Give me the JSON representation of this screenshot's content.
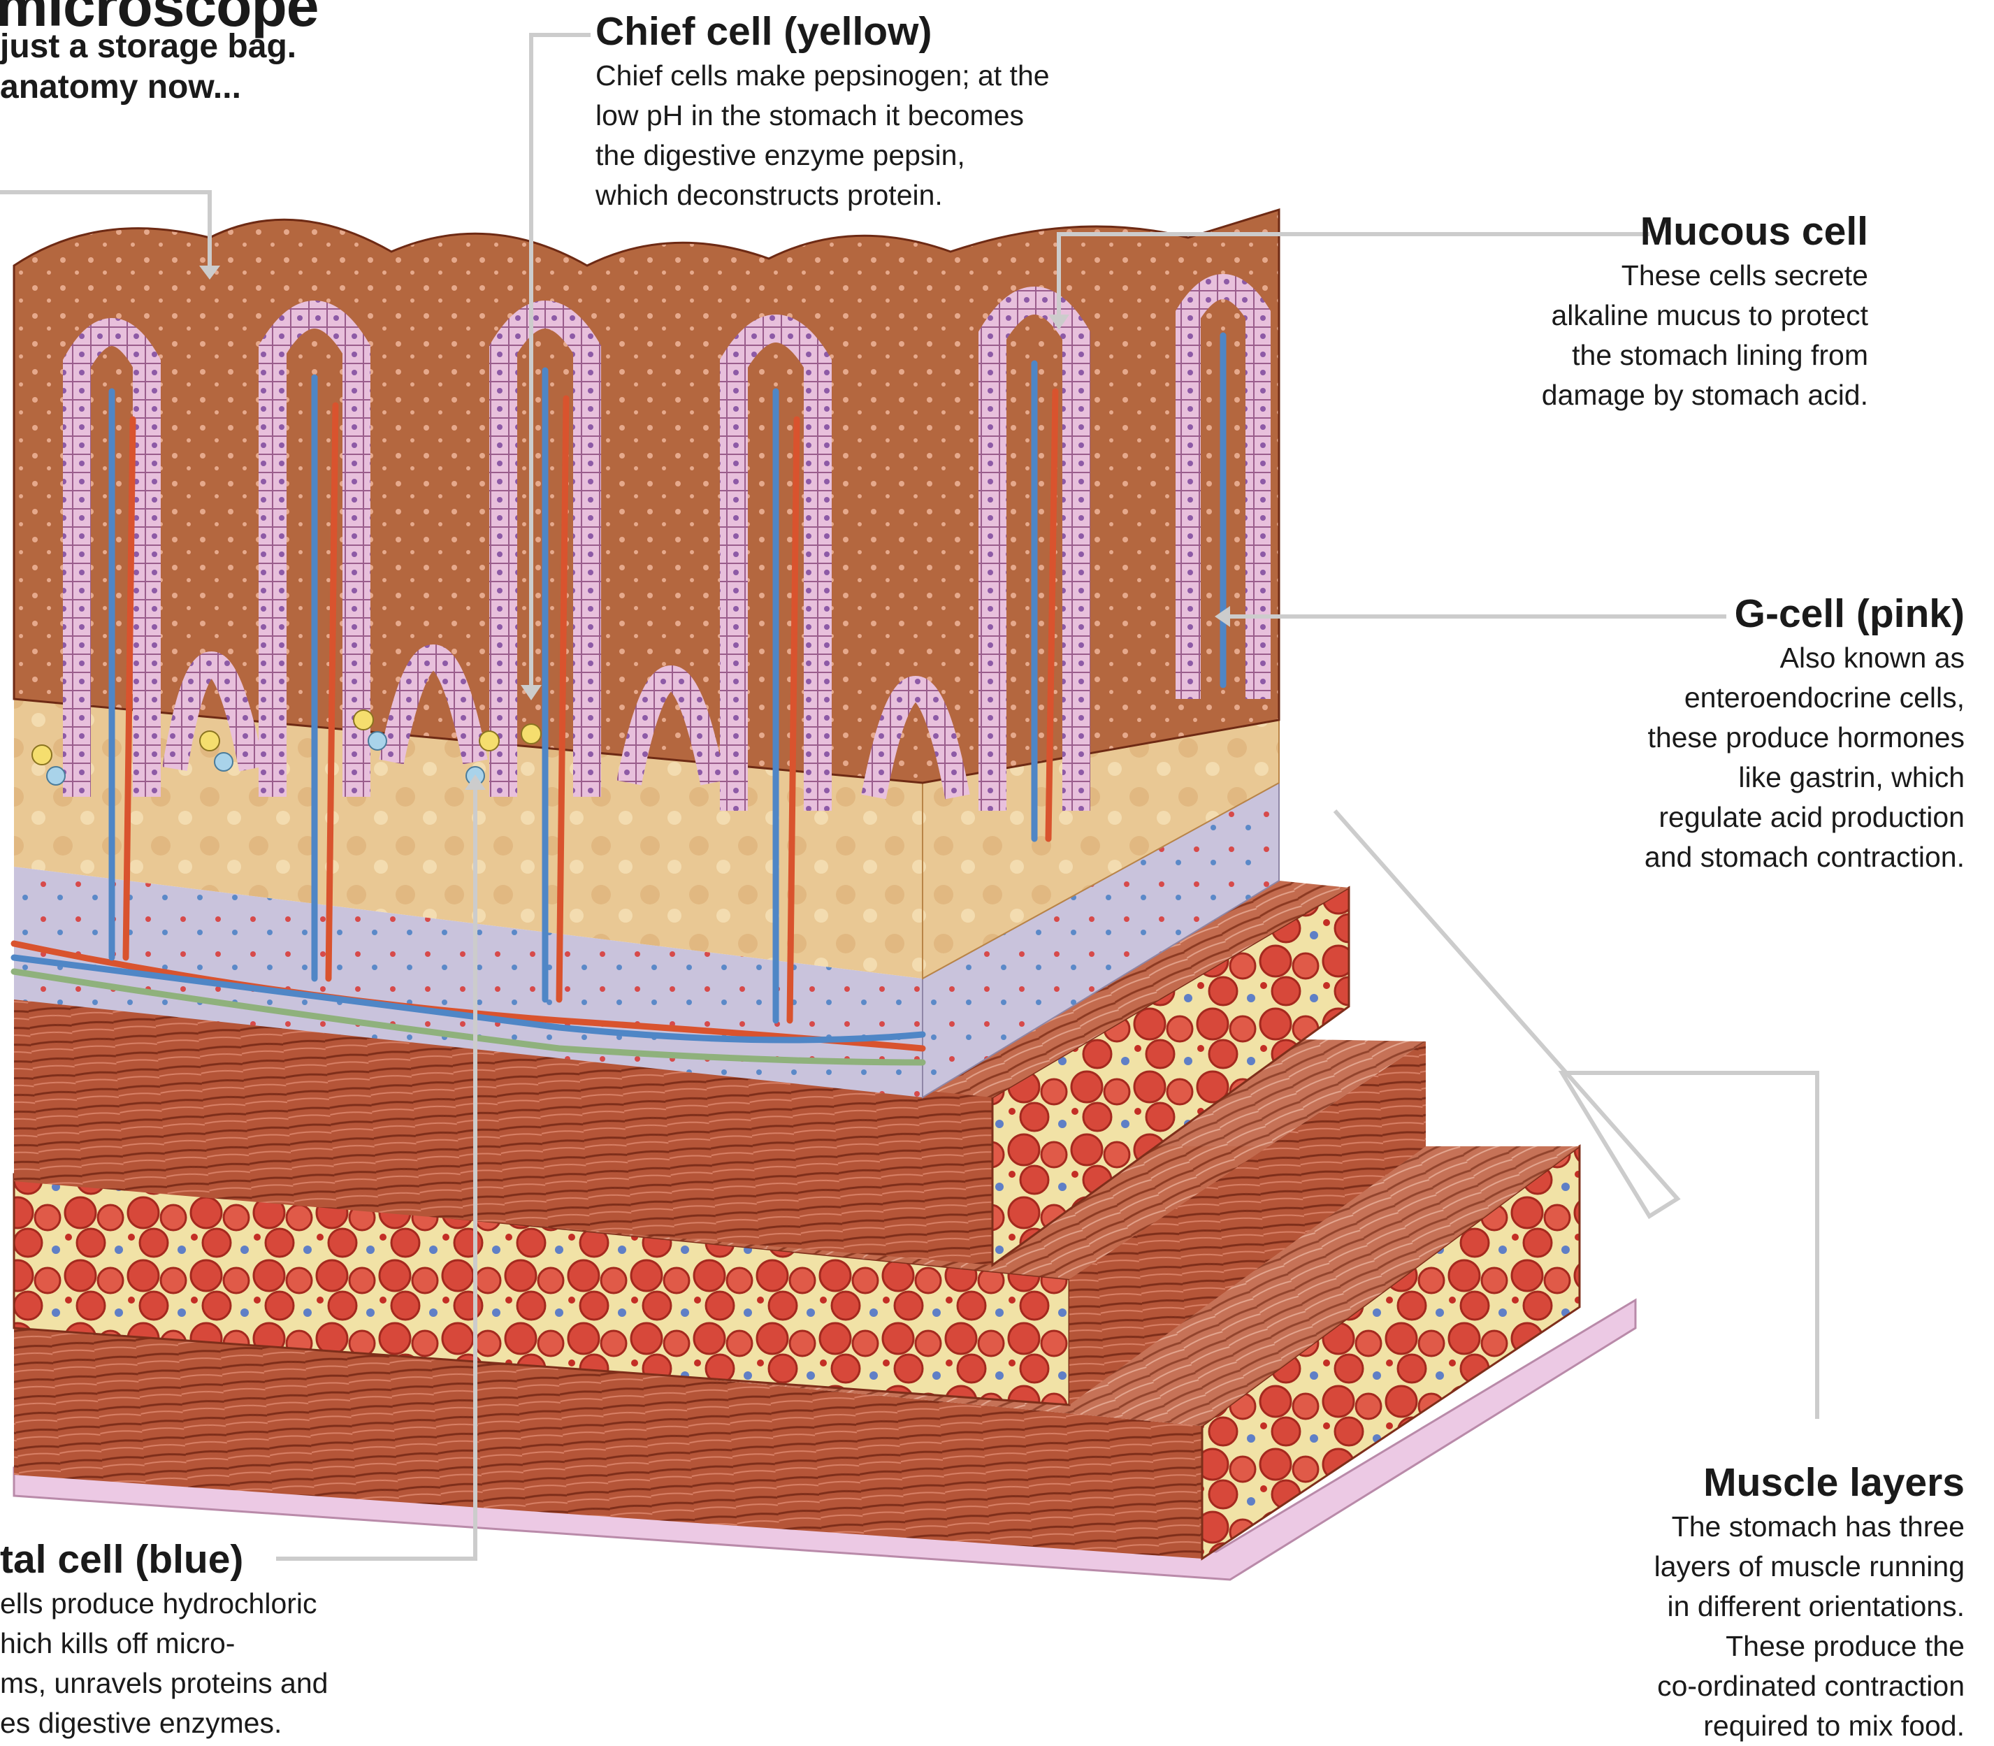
{
  "header": {
    "title_fragment": "microscope",
    "intro_line1": "just a storage bag.",
    "intro_line2": "anatomy now..."
  },
  "labels": {
    "chief": {
      "title": "Chief cell (yellow)",
      "lines": [
        "Chief cells make pepsinogen; at the",
        "low pH in the stomach it becomes",
        "the digestive enzyme pepsin,",
        "which deconstructs protein."
      ]
    },
    "mucous": {
      "title": "Mucous cell",
      "lines": [
        "These cells secrete",
        "alkaline mucus to protect",
        "the stomach lining from",
        "damage by stomach acid."
      ]
    },
    "gcell": {
      "title": "G-cell (pink)",
      "lines": [
        "Also known as",
        "enteroendocrine cells,",
        "these produce hormones",
        "like gastrin, which",
        "regulate acid production",
        "and stomach contraction."
      ]
    },
    "muscle": {
      "title": "Muscle layers",
      "lines": [
        "The stomach has three",
        "layers of muscle running",
        "in different orientations.",
        "These produce the",
        "co-ordinated contraction",
        "required to mix food."
      ]
    },
    "parietal": {
      "title": "tal cell (blue)",
      "lines": [
        "ells produce hydrochloric",
        "hich kills off micro-",
        "ms, unravels proteins and",
        "es digestive enzymes."
      ]
    }
  },
  "colors": {
    "mucosa": "#b4673f",
    "mucosa_dark": "#7d3118",
    "gland_cell": "#e8c0dc",
    "lamina": "#e9c894",
    "submucosa": "#c9c3dc",
    "muscle": "#b55538",
    "muscle_cross": "#d7483a",
    "serosa": "#ecc9e4",
    "vessel_blue": "#4f86c6",
    "vessel_red": "#d9532e",
    "vessel_green": "#8fb17c",
    "chief": "#f5de6e",
    "parietal": "#a9d3ea",
    "leader_line": "#cccccc"
  }
}
